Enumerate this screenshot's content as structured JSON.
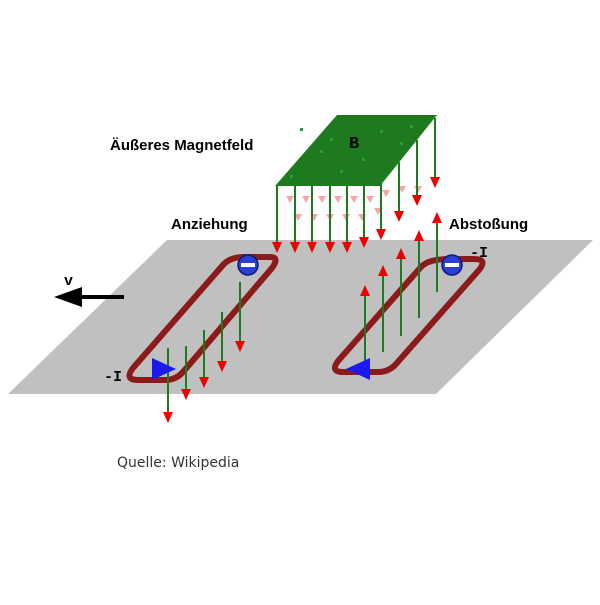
{
  "labels": {
    "title": "Äußeres Magnetfeld",
    "magnet_symbol": "B",
    "attraction": "Anziehung",
    "repulsion": "Abstoßung",
    "current_left": "-I",
    "current_right": "-I",
    "velocity": "v",
    "source": "Quelle: Wikipedia"
  },
  "colors": {
    "plate": "#c0c0c0",
    "magnet": "#1e7a1e",
    "field_line": "#1e7a1e",
    "arrow_head": "#ee0000",
    "induced_ghost": "#f08080",
    "eddy_loop": "#8b1a1a",
    "current_triangle": "#1a1aee",
    "electron_badge": "#2b3fd0",
    "velocity_arrow": "#000000"
  },
  "icons": {
    "electron_symbol": "minus-in-circle",
    "current_marker": "triangle-arrow",
    "field_arrow": "arrow-down",
    "induced_arrow": "arrow-up"
  }
}
